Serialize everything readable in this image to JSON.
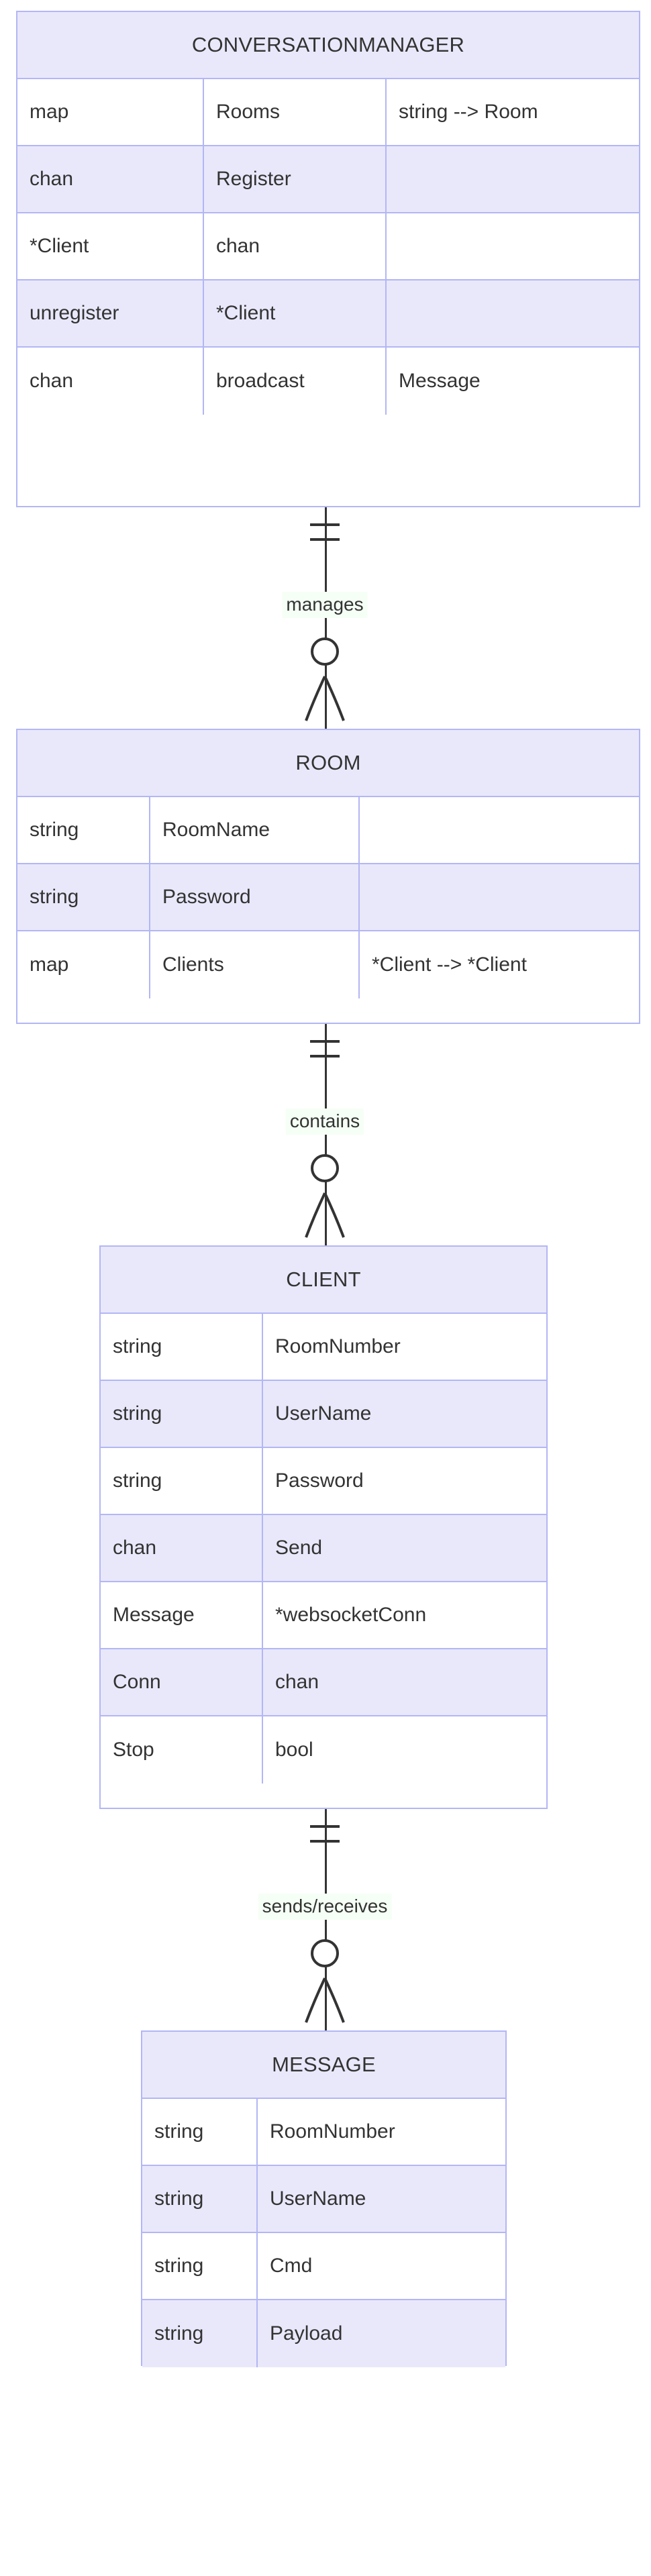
{
  "diagram": {
    "type": "entity-relationship",
    "title": "",
    "theme": {
      "entity_fill_odd": "#ffffff",
      "entity_fill_even": "#e9e8fb",
      "entity_header_fill": "#e9e8fb",
      "entity_border": "#b3b6f5",
      "text_color": "#333333",
      "line_color": "#333333",
      "label_background": "#f5fff5",
      "page_background": "#ffffff"
    },
    "entities": [
      {
        "name": "CONVERSATIONMANAGER",
        "attributes": [
          {
            "type": "map",
            "name": "Rooms",
            "comment": "string --> Room"
          },
          {
            "type": "chan",
            "name": "Register",
            "comment": ""
          },
          {
            "type": "*Client",
            "name": "chan",
            "comment": ""
          },
          {
            "type": "unregister",
            "name": "*Client",
            "comment": ""
          },
          {
            "type": "chan",
            "name": "broadcast",
            "comment": "Message"
          }
        ]
      },
      {
        "name": "ROOM",
        "attributes": [
          {
            "type": "string",
            "name": "RoomName",
            "comment": ""
          },
          {
            "type": "string",
            "name": "Password",
            "comment": ""
          },
          {
            "type": "map",
            "name": "Clients",
            "comment": "*Client --> *Client"
          }
        ]
      },
      {
        "name": "CLIENT",
        "attributes": [
          {
            "type": "string",
            "name": "RoomNumber",
            "comment": ""
          },
          {
            "type": "string",
            "name": "UserName",
            "comment": ""
          },
          {
            "type": "string",
            "name": "Password",
            "comment": ""
          },
          {
            "type": "chan",
            "name": "Send",
            "comment": ""
          },
          {
            "type": "Message",
            "name": "*websocketConn",
            "comment": ""
          },
          {
            "type": "Conn",
            "name": "chan",
            "comment": ""
          },
          {
            "type": "Stop",
            "name": "bool",
            "comment": ""
          }
        ]
      },
      {
        "name": "MESSAGE",
        "attributes": [
          {
            "type": "string",
            "name": "RoomNumber",
            "comment": ""
          },
          {
            "type": "string",
            "name": "UserName",
            "comment": ""
          },
          {
            "type": "string",
            "name": "Cmd",
            "comment": ""
          },
          {
            "type": "string",
            "name": "Payload",
            "comment": ""
          }
        ]
      }
    ],
    "relationships": [
      {
        "label": "manages",
        "from": "CONVERSATIONMANAGER",
        "to": "ROOM",
        "from_cardinality": "exactly-one",
        "to_cardinality": "zero-or-more"
      },
      {
        "label": "contains",
        "from": "ROOM",
        "to": "CLIENT",
        "from_cardinality": "exactly-one",
        "to_cardinality": "zero-or-more"
      },
      {
        "label": "sends/receives",
        "from": "CLIENT",
        "to": "MESSAGE",
        "from_cardinality": "exactly-one",
        "to_cardinality": "zero-or-more"
      }
    ]
  }
}
